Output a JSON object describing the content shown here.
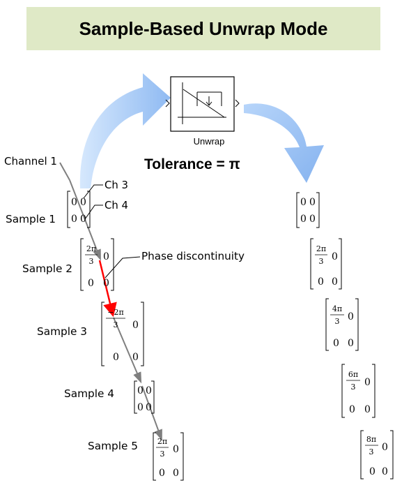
{
  "header": {
    "title": "Sample-Based Unwrap Mode"
  },
  "block": {
    "name": "Unwrap",
    "tolerance": "Tolerance = π"
  },
  "labels": {
    "channel1": "Channel 1",
    "ch3": "Ch 3",
    "ch4": "Ch 4",
    "phase_discontinuity": "Phase discontinuity"
  },
  "samples": [
    "Sample 1",
    "Sample 2",
    "Sample 3",
    "Sample 4",
    "Sample 5"
  ],
  "zero": "0",
  "pi": "π",
  "input_fractions": {
    "s2": {
      "num": "2π",
      "den": "3"
    },
    "s3": {
      "num": "−2π",
      "den": "3"
    },
    "s5": {
      "num": "2π",
      "den": "3"
    }
  },
  "output_fractions": {
    "s2": {
      "num": "2π",
      "den": "3"
    },
    "s3": {
      "num": "4π",
      "den": "3"
    },
    "s4": {
      "num": "6π",
      "den": "3"
    },
    "s5": {
      "num": "8π",
      "den": "3"
    }
  },
  "colors": {
    "banner_bg": "#dfe9c6",
    "arrow_fill": "#a6c8f5",
    "discontinuity": "#ff0000",
    "channel_line": "#7f7f7f"
  }
}
